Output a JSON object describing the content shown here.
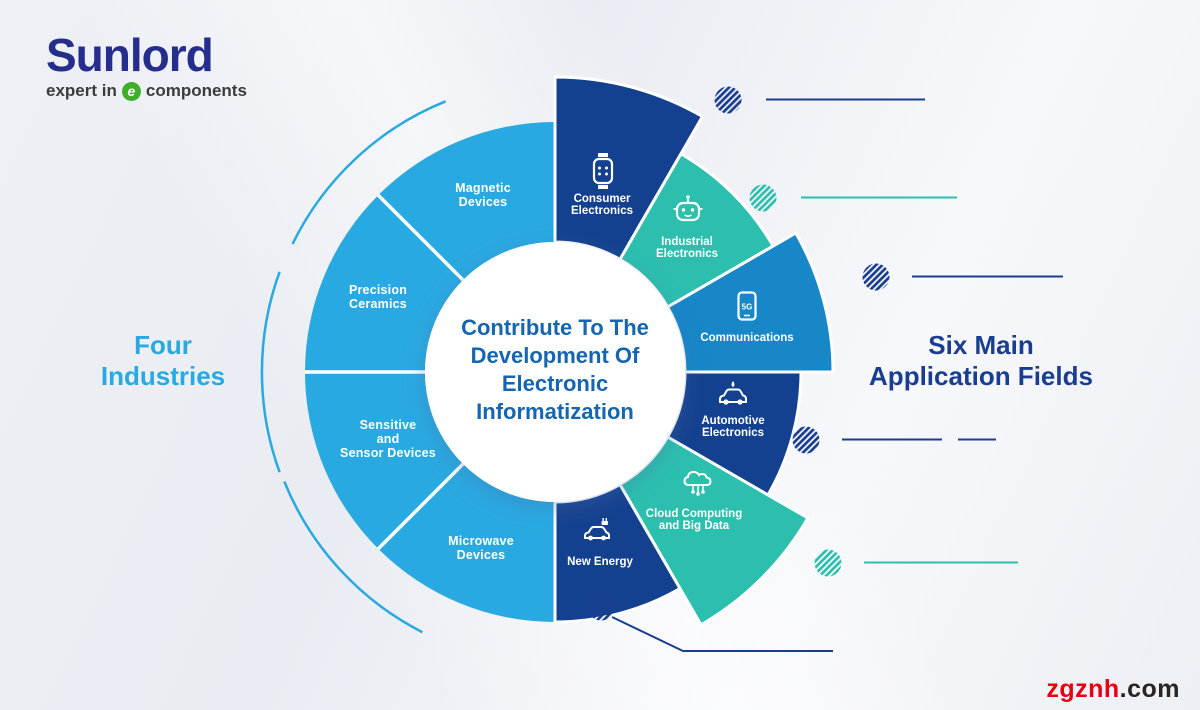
{
  "logo": {
    "brand": "Sunlord",
    "tagline_prefix": "expert in",
    "tagline_e": "e",
    "tagline_suffix": "components"
  },
  "left_heading": {
    "line1": "Four",
    "line2": "Industries"
  },
  "right_heading": {
    "line1": "Six Main",
    "line2": "Application Fields"
  },
  "center": {
    "line1": "Contribute To The",
    "line2": "Development Of",
    "line3": "Electronic",
    "line4": "Informatization"
  },
  "industries": [
    {
      "name": "Magnetic Devices",
      "line1": "Magnetic",
      "line2": "Devices"
    },
    {
      "name": "Precision Ceramics",
      "line1": "Precision",
      "line2": "Ceramics"
    },
    {
      "name": "Sensitive and Sensor Devices",
      "line1": "Sensitive",
      "line2": "and",
      "line3": "Sensor Devices"
    },
    {
      "name": "Microwave Devices",
      "line1": "Microwave",
      "line2": "Devices"
    }
  ],
  "applications": [
    {
      "name": "Consumer Electronics",
      "line1": "Consumer",
      "line2": "Electronics",
      "color": "#14418f",
      "icon": "smartwatch"
    },
    {
      "name": "Industrial Electronics",
      "line1": "Industrial",
      "line2": "Electronics",
      "color": "#2cbfae",
      "icon": "robot"
    },
    {
      "name": "Communications",
      "line1": "Communications",
      "color": "#1787c8",
      "icon": "smartphone-5g",
      "icon_text": "5G"
    },
    {
      "name": "Automotive Electronics",
      "line1": "Automotive",
      "line2": "Electronics",
      "color": "#14418f",
      "icon": "car"
    },
    {
      "name": "Cloud Computing and Big Data",
      "line1": "Cloud Computing",
      "line2": "and Big Data",
      "color": "#2cbfae",
      "icon": "cloud-network"
    },
    {
      "name": "New Energy",
      "line1": "New Energy",
      "color": "#14418f",
      "icon": "electric-car"
    }
  ],
  "watermark": {
    "red": "zgznh",
    "dark": ".com"
  },
  "colors": {
    "light_blue": "#29a9e1",
    "navy": "#1a3e8f",
    "teal": "#2cbfae",
    "blue": "#1787c8",
    "center_text": "#1565b0",
    "heading_light": "#29a9e1",
    "heading_navy": "#1a3e8f",
    "logo_navy": "#252e8c",
    "logo_green": "#3fae2a",
    "watermark_red": "#e60012",
    "watermark_dark": "#2b2320"
  }
}
